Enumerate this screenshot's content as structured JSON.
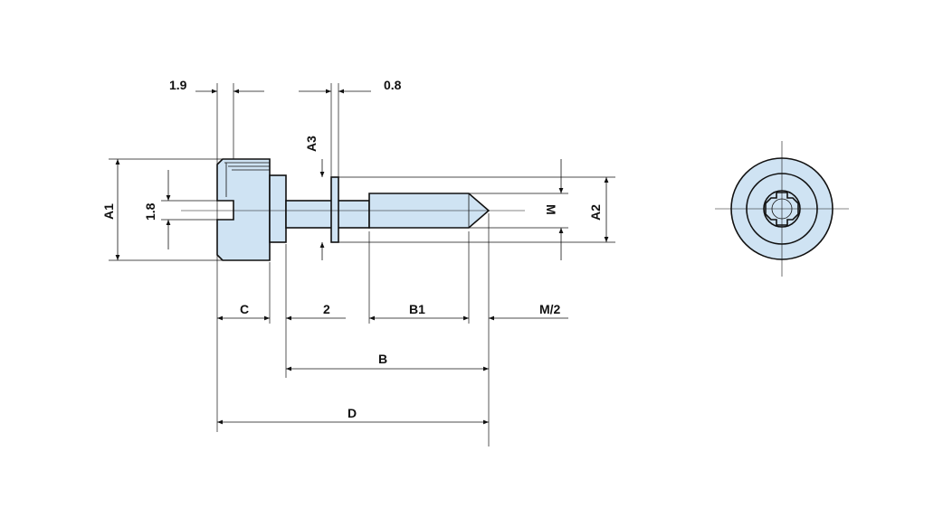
{
  "labels": {
    "dim_1_9": "1.9",
    "dim_0_8": "0.8",
    "dim_a3": "A3",
    "dim_a1": "A1",
    "dim_1_8": "1.8",
    "dim_m": "M",
    "dim_a2": "A2",
    "dim_c": "C",
    "dim_2": "2",
    "dim_b1": "B1",
    "dim_m2": "M/2",
    "dim_b": "B",
    "dim_d": "D"
  },
  "colors": {
    "part_fill": "#cfe3f3",
    "line": "#111111",
    "background": "#ffffff"
  }
}
